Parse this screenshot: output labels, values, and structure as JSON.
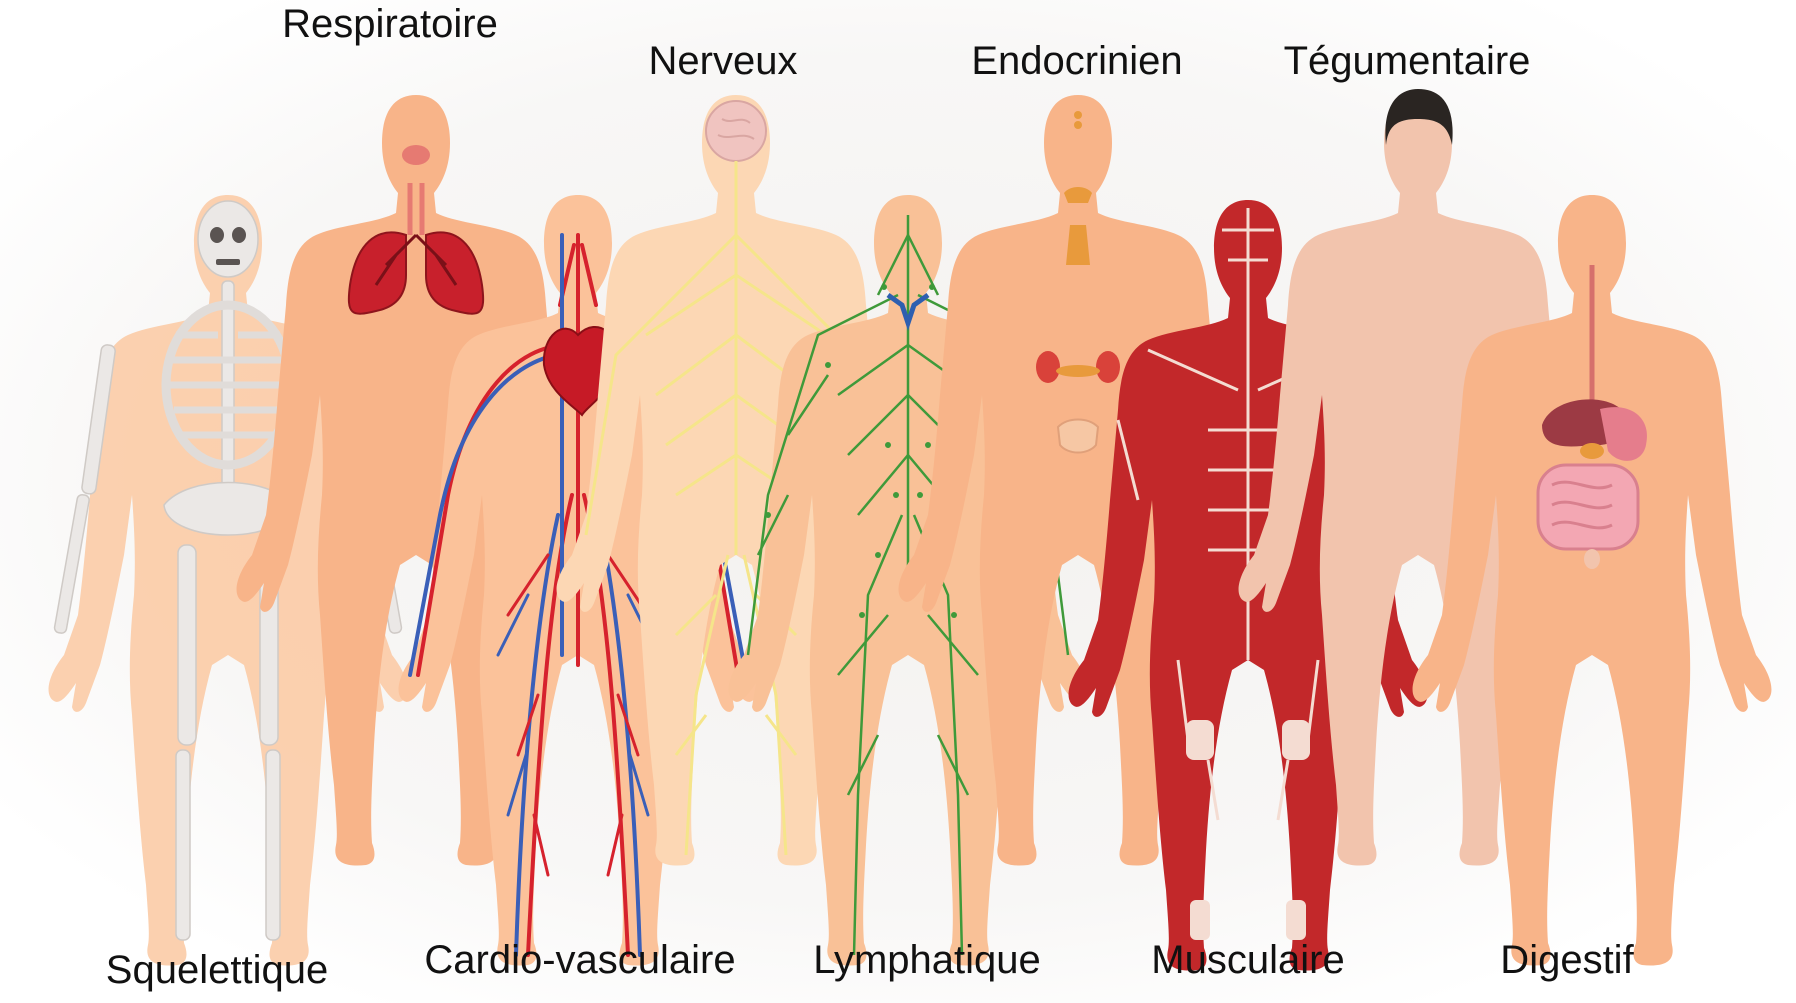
{
  "figure": {
    "labels": {
      "respiratoire": "Respiratoire",
      "nerveux": "Nerveux",
      "endocrinien": "Endocrinien",
      "tegumentaire": "Tégumentaire",
      "squelettique": "Squelettique",
      "cardio": "Cardio-vasculaire",
      "lymphatique": "Lymphatique",
      "musculaire": "Musculaire",
      "digestif": "Digestif"
    },
    "colors": {
      "skin": "#f8b489",
      "skin_light": "#fcd1ae",
      "skin_pale": "#f2c4ad",
      "bone": "#e9e6e4",
      "lung": "#c8202c",
      "artery": "#d6222d",
      "vein": "#3a5fb8",
      "nerve": "#f5e58a",
      "lymph": "#3f9a3a",
      "gland": "#e89a3c",
      "muscle": "#c2282a",
      "tendon": "#f4dcd2",
      "hair": "#2a2522",
      "stomach": "#e57d8c",
      "liver": "#9c3a44",
      "intestine": "#f3a7b3"
    }
  }
}
